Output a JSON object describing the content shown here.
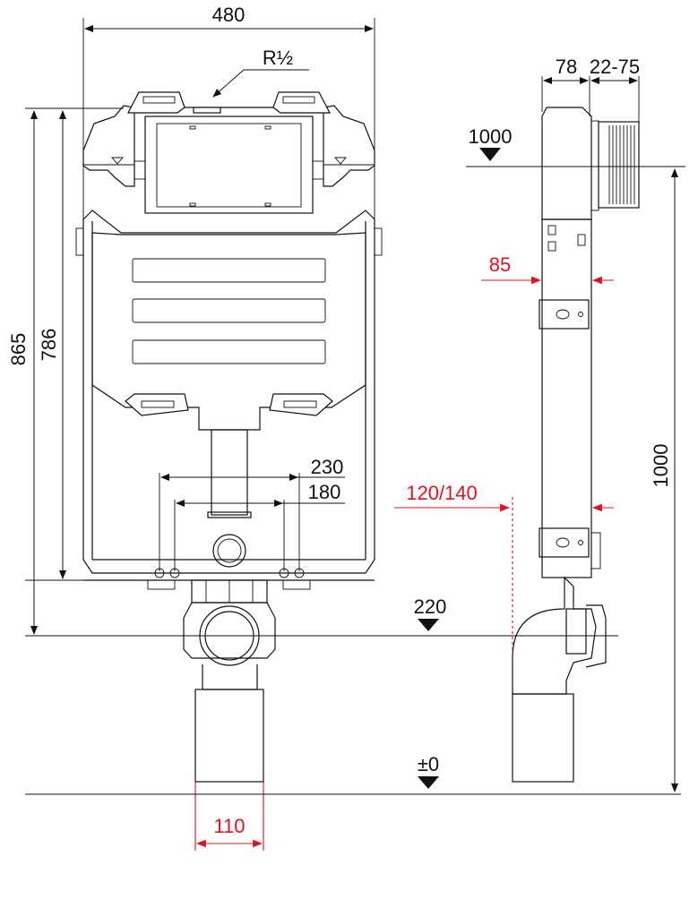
{
  "dimensions": {
    "width_480": "480",
    "thread": "R½",
    "height_865": "865",
    "height_786": "786",
    "spacing_230": "230",
    "spacing_180": "180",
    "level_220": "220",
    "level_zero": "±0",
    "pipe_110": "110",
    "depth_78": "78",
    "depth_22_75": "22-75",
    "level_1000_left": "1000",
    "depth_85": "85",
    "depth_120_140": "120/140",
    "height_1000_right": "1000"
  },
  "colors": {
    "line": "#111111",
    "accent_red": "#e0121c"
  }
}
